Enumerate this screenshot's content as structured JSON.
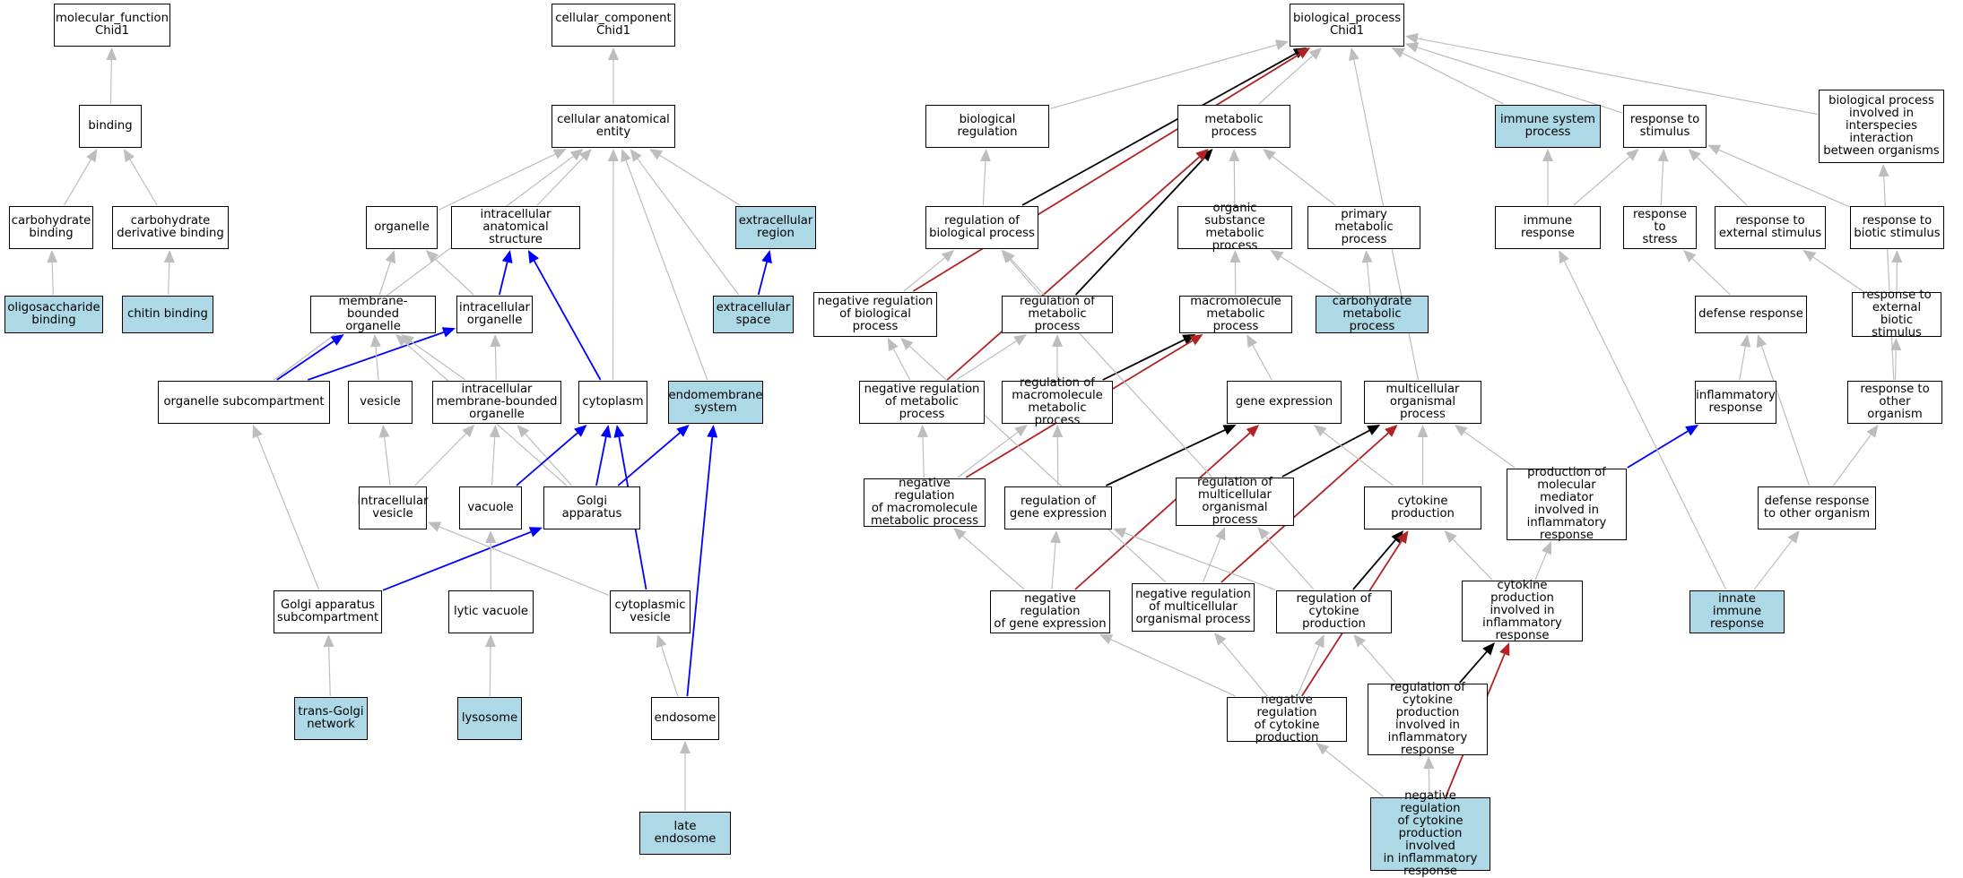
{
  "colors": {
    "highlight": "#add8e6",
    "edge_is_a": "#bdbdbd",
    "edge_part_of": "#0000ff",
    "edge_regulates": "#000000",
    "edge_neg_regulates": "#b22222"
  },
  "nodes": {
    "mf_root": {
      "label": "molecular_function\nChid1",
      "hl": false
    },
    "binding": {
      "label": "binding",
      "hl": false
    },
    "carb_binding": {
      "label": "carbohydrate\nbinding",
      "hl": false
    },
    "carb_deriv_binding": {
      "label": "carbohydrate\nderivative binding",
      "hl": false
    },
    "oligo_binding": {
      "label": "oligosaccharide\nbinding",
      "hl": true
    },
    "chitin_binding": {
      "label": "chitin binding",
      "hl": true
    },
    "cc_root": {
      "label": "cellular_component\nChid1",
      "hl": false
    },
    "cae": {
      "label": "cellular anatomical\nentity",
      "hl": false
    },
    "organelle": {
      "label": "organelle",
      "hl": false
    },
    "ias": {
      "label": "intracellular\nanatomical structure",
      "hl": false
    },
    "extracellular_region": {
      "label": "extracellular\nregion",
      "hl": true
    },
    "mbo": {
      "label": "membrane-bounded\norganelle",
      "hl": false
    },
    "intra_organelle": {
      "label": "intracellular\norganelle",
      "hl": false
    },
    "extracellular_space": {
      "label": "extracellular\nspace",
      "hl": true
    },
    "org_subcomp": {
      "label": "organelle subcompartment",
      "hl": false
    },
    "vesicle": {
      "label": "vesicle",
      "hl": false
    },
    "imbo": {
      "label": "intracellular\nmembrane-bounded\norganelle",
      "hl": false
    },
    "cytoplasm": {
      "label": "cytoplasm",
      "hl": false
    },
    "endomembrane": {
      "label": "endomembrane\nsystem",
      "hl": true
    },
    "intra_vesicle": {
      "label": "intracellular\nvesicle",
      "hl": false
    },
    "vacuole": {
      "label": "vacuole",
      "hl": false
    },
    "golgi": {
      "label": "Golgi apparatus",
      "hl": false
    },
    "golgi_subcomp": {
      "label": "Golgi apparatus\nsubcompartment",
      "hl": false
    },
    "lytic_vacuole": {
      "label": "lytic vacuole",
      "hl": false
    },
    "cyto_vesicle": {
      "label": "cytoplasmic\nvesicle",
      "hl": false
    },
    "trans_golgi": {
      "label": "trans-Golgi\nnetwork",
      "hl": true
    },
    "lysosome": {
      "label": "lysosome",
      "hl": true
    },
    "endosome": {
      "label": "endosome",
      "hl": false
    },
    "late_endosome": {
      "label": "late endosome",
      "hl": true
    },
    "bp_root": {
      "label": "biological_process\nChid1",
      "hl": false
    },
    "bio_reg": {
      "label": "biological regulation",
      "hl": false
    },
    "metabolic": {
      "label": "metabolic process",
      "hl": false
    },
    "immune_sys": {
      "label": "immune system\nprocess",
      "hl": true
    },
    "resp_stim": {
      "label": "response to\nstimulus",
      "hl": false
    },
    "bp_interspecies": {
      "label": "biological process\ninvolved in\ninterspecies\ninteraction\nbetween organisms",
      "hl": false
    },
    "reg_bp": {
      "label": "regulation of\nbiological process",
      "hl": false
    },
    "org_sub_met": {
      "label": "organic substance\nmetabolic process",
      "hl": false
    },
    "prim_met": {
      "label": "primary metabolic\nprocess",
      "hl": false
    },
    "immune_resp": {
      "label": "immune response",
      "hl": false
    },
    "resp_stress": {
      "label": "response to\nstress",
      "hl": false
    },
    "resp_ext_stim": {
      "label": "response to\nexternal stimulus",
      "hl": false
    },
    "resp_biotic": {
      "label": "response to\nbiotic stimulus",
      "hl": false
    },
    "neg_reg_bp": {
      "label": "negative regulation\nof biological\nprocess",
      "hl": false
    },
    "reg_met": {
      "label": "regulation of\nmetabolic process",
      "hl": false
    },
    "macro_met": {
      "label": "macromolecule\nmetabolic process",
      "hl": false
    },
    "carb_met": {
      "label": "carbohydrate\nmetabolic process",
      "hl": true
    },
    "defense_resp": {
      "label": "defense response",
      "hl": false
    },
    "resp_ext_biotic": {
      "label": "response to\nexternal biotic\nstimulus",
      "hl": false
    },
    "neg_reg_met": {
      "label": "negative regulation\nof metabolic\nprocess",
      "hl": false
    },
    "reg_macro_met": {
      "label": "regulation of\nmacromolecule\nmetabolic process",
      "hl": false
    },
    "gene_expr": {
      "label": "gene expression",
      "hl": false
    },
    "multicell": {
      "label": "multicellular\norganismal process",
      "hl": false
    },
    "inflam_resp": {
      "label": "inflammatory\nresponse",
      "hl": false
    },
    "resp_other_org": {
      "label": "response to\nother organism",
      "hl": false
    },
    "neg_reg_macro_met": {
      "label": "negative regulation\nof macromolecule\nmetabolic process",
      "hl": false
    },
    "reg_gene_expr": {
      "label": "regulation of\ngene expression",
      "hl": false
    },
    "reg_multicell": {
      "label": "regulation of\nmulticellular\norganismal process",
      "hl": false
    },
    "cytokine_prod": {
      "label": "cytokine production",
      "hl": false
    },
    "prod_mol_med": {
      "label": "production of\nmolecular mediator\ninvolved in\ninflammatory\nresponse",
      "hl": false
    },
    "defense_other_org": {
      "label": "defense response\nto other organism",
      "hl": false
    },
    "neg_reg_gene_expr": {
      "label": "negative regulation\nof gene expression",
      "hl": false
    },
    "neg_reg_multicell": {
      "label": "negative regulation\nof multicellular\norganismal process",
      "hl": false
    },
    "reg_cytokine_prod": {
      "label": "regulation of\ncytokine production",
      "hl": false
    },
    "cytokine_inflam": {
      "label": "cytokine production\ninvolved in\ninflammatory\nresponse",
      "hl": false
    },
    "innate_immune": {
      "label": "innate immune\nresponse",
      "hl": true
    },
    "neg_reg_cytokine": {
      "label": "negative regulation\nof cytokine\nproduction",
      "hl": false
    },
    "reg_cytokine_inflam": {
      "label": "regulation of\ncytokine production\ninvolved in\ninflammatory\nresponse",
      "hl": false
    },
    "neg_reg_cytokine_inflam": {
      "label": "negative regulation\nof cytokine\nproduction involved\nin inflammatory\nresponse",
      "hl": true
    }
  },
  "edges": [
    [
      "binding",
      "mf_root",
      "is_a"
    ],
    [
      "carb_binding",
      "binding",
      "is_a"
    ],
    [
      "carb_deriv_binding",
      "binding",
      "is_a"
    ],
    [
      "oligo_binding",
      "carb_binding",
      "is_a"
    ],
    [
      "chitin_binding",
      "carb_deriv_binding",
      "is_a"
    ],
    [
      "cae",
      "cc_root",
      "is_a"
    ],
    [
      "organelle",
      "cae",
      "is_a"
    ],
    [
      "ias",
      "cae",
      "is_a"
    ],
    [
      "extracellular_region",
      "cae",
      "is_a"
    ],
    [
      "extracellular_space",
      "cae",
      "is_a"
    ],
    [
      "org_subcomp",
      "cae",
      "is_a"
    ],
    [
      "cytoplasm",
      "cae",
      "is_a"
    ],
    [
      "endomembrane",
      "cae",
      "is_a"
    ],
    [
      "mbo",
      "organelle",
      "is_a"
    ],
    [
      "intra_organelle",
      "organelle",
      "is_a"
    ],
    [
      "intra_organelle",
      "ias",
      "part_of"
    ],
    [
      "cytoplasm",
      "ias",
      "part_of"
    ],
    [
      "extracellular_space",
      "extracellular_region",
      "part_of"
    ],
    [
      "org_subcomp",
      "mbo",
      "part_of"
    ],
    [
      "org_subcomp",
      "intra_organelle",
      "part_of"
    ],
    [
      "vesicle",
      "mbo",
      "is_a"
    ],
    [
      "imbo",
      "mbo",
      "is_a"
    ],
    [
      "imbo",
      "intra_organelle",
      "is_a"
    ],
    [
      "intra_vesicle",
      "vesicle",
      "is_a"
    ],
    [
      "intra_vesicle",
      "imbo",
      "is_a"
    ],
    [
      "vacuole",
      "imbo",
      "is_a"
    ],
    [
      "golgi",
      "imbo",
      "is_a"
    ],
    [
      "golgi",
      "mbo",
      "is_a"
    ],
    [
      "vacuole",
      "cytoplasm",
      "part_of"
    ],
    [
      "golgi",
      "cytoplasm",
      "part_of"
    ],
    [
      "golgi",
      "endomembrane",
      "part_of"
    ],
    [
      "cyto_vesicle",
      "cytoplasm",
      "part_of"
    ],
    [
      "golgi_subcomp",
      "golgi",
      "part_of"
    ],
    [
      "golgi_subcomp",
      "org_subcomp",
      "is_a"
    ],
    [
      "lytic_vacuole",
      "vacuole",
      "is_a"
    ],
    [
      "cyto_vesicle",
      "intra_vesicle",
      "is_a"
    ],
    [
      "trans_golgi",
      "golgi_subcomp",
      "is_a"
    ],
    [
      "lysosome",
      "lytic_vacuole",
      "is_a"
    ],
    [
      "endosome",
      "cyto_vesicle",
      "is_a"
    ],
    [
      "endosome",
      "endomembrane",
      "part_of"
    ],
    [
      "late_endosome",
      "endosome",
      "is_a"
    ],
    [
      "bio_reg",
      "bp_root",
      "is_a"
    ],
    [
      "metabolic",
      "bp_root",
      "is_a"
    ],
    [
      "immune_sys",
      "bp_root",
      "is_a"
    ],
    [
      "resp_stim",
      "bp_root",
      "is_a"
    ],
    [
      "bp_interspecies",
      "bp_root",
      "is_a"
    ],
    [
      "multicell",
      "bp_root",
      "is_a"
    ],
    [
      "reg_bp",
      "bp_root",
      "regulates"
    ],
    [
      "neg_reg_bp",
      "bp_root",
      "neg_regulates"
    ],
    [
      "reg_bp",
      "bio_reg",
      "is_a"
    ],
    [
      "org_sub_met",
      "metabolic",
      "is_a"
    ],
    [
      "prim_met",
      "metabolic",
      "is_a"
    ],
    [
      "reg_met",
      "metabolic",
      "regulates"
    ],
    [
      "neg_reg_met",
      "metabolic",
      "neg_regulates"
    ],
    [
      "immune_resp",
      "immune_sys",
      "is_a"
    ],
    [
      "immune_resp",
      "resp_stim",
      "is_a"
    ],
    [
      "resp_stress",
      "resp_stim",
      "is_a"
    ],
    [
      "resp_ext_stim",
      "resp_stim",
      "is_a"
    ],
    [
      "resp_biotic",
      "resp_stim",
      "is_a"
    ],
    [
      "neg_reg_bp",
      "reg_bp",
      "is_a"
    ],
    [
      "reg_met",
      "reg_bp",
      "is_a"
    ],
    [
      "macro_met",
      "org_sub_met",
      "is_a"
    ],
    [
      "carb_met",
      "org_sub_met",
      "is_a"
    ],
    [
      "carb_met",
      "prim_met",
      "is_a"
    ],
    [
      "defense_resp",
      "resp_stress",
      "is_a"
    ],
    [
      "resp_ext_biotic",
      "resp_ext_stim",
      "is_a"
    ],
    [
      "resp_ext_biotic",
      "resp_biotic",
      "is_a"
    ],
    [
      "neg_reg_met",
      "neg_reg_bp",
      "is_a"
    ],
    [
      "neg_reg_met",
      "reg_met",
      "is_a"
    ],
    [
      "reg_macro_met",
      "reg_met",
      "is_a"
    ],
    [
      "reg_macro_met",
      "macro_met",
      "regulates"
    ],
    [
      "neg_reg_macro_met",
      "macro_met",
      "neg_regulates"
    ],
    [
      "gene_expr",
      "macro_met",
      "is_a"
    ],
    [
      "inflam_resp",
      "defense_resp",
      "is_a"
    ],
    [
      "resp_other_org",
      "resp_ext_biotic",
      "is_a"
    ],
    [
      "resp_other_org",
      "bp_interspecies",
      "is_a"
    ],
    [
      "neg_reg_macro_met",
      "neg_reg_met",
      "is_a"
    ],
    [
      "neg_reg_macro_met",
      "reg_macro_met",
      "is_a"
    ],
    [
      "reg_gene_expr",
      "reg_macro_met",
      "is_a"
    ],
    [
      "reg_gene_expr",
      "gene_expr",
      "regulates"
    ],
    [
      "neg_reg_gene_expr",
      "gene_expr",
      "neg_regulates"
    ],
    [
      "reg_multicell",
      "multicell",
      "regulates"
    ],
    [
      "neg_reg_multicell",
      "multicell",
      "neg_regulates"
    ],
    [
      "reg_multicell",
      "reg_bp",
      "is_a"
    ],
    [
      "cytokine_prod",
      "multicell",
      "is_a"
    ],
    [
      "cytokine_prod",
      "gene_expr",
      "is_a"
    ],
    [
      "prod_mol_med",
      "multicell",
      "is_a"
    ],
    [
      "prod_mol_med",
      "inflam_resp",
      "part_of"
    ],
    [
      "defense_other_org",
      "resp_other_org",
      "is_a"
    ],
    [
      "defense_other_org",
      "defense_resp",
      "is_a"
    ],
    [
      "neg_reg_gene_expr",
      "reg_gene_expr",
      "is_a"
    ],
    [
      "neg_reg_gene_expr",
      "neg_reg_macro_met",
      "is_a"
    ],
    [
      "neg_reg_multicell",
      "reg_multicell",
      "is_a"
    ],
    [
      "neg_reg_multicell",
      "neg_reg_bp",
      "is_a"
    ],
    [
      "reg_cytokine_prod",
      "cytokine_prod",
      "regulates"
    ],
    [
      "reg_cytokine_prod",
      "reg_multicell",
      "is_a"
    ],
    [
      "reg_cytokine_prod",
      "reg_gene_expr",
      "is_a"
    ],
    [
      "cytokine_inflam",
      "cytokine_prod",
      "is_a"
    ],
    [
      "cytokine_inflam",
      "prod_mol_med",
      "is_a"
    ],
    [
      "innate_immune",
      "immune_resp",
      "is_a"
    ],
    [
      "innate_immune",
      "defense_other_org",
      "is_a"
    ],
    [
      "neg_reg_cytokine",
      "reg_cytokine_prod",
      "is_a"
    ],
    [
      "neg_reg_cytokine",
      "neg_reg_gene_expr",
      "is_a"
    ],
    [
      "neg_reg_cytokine",
      "neg_reg_multicell",
      "is_a"
    ],
    [
      "neg_reg_cytokine",
      "cytokine_prod",
      "neg_regulates"
    ],
    [
      "reg_cytokine_inflam",
      "reg_cytokine_prod",
      "is_a"
    ],
    [
      "reg_cytokine_inflam",
      "cytokine_inflam",
      "regulates"
    ],
    [
      "neg_reg_cytokine_inflam",
      "neg_reg_cytokine",
      "is_a"
    ],
    [
      "neg_reg_cytokine_inflam",
      "reg_cytokine_inflam",
      "is_a"
    ],
    [
      "neg_reg_cytokine_inflam",
      "cytokine_inflam",
      "neg_regulates"
    ]
  ]
}
